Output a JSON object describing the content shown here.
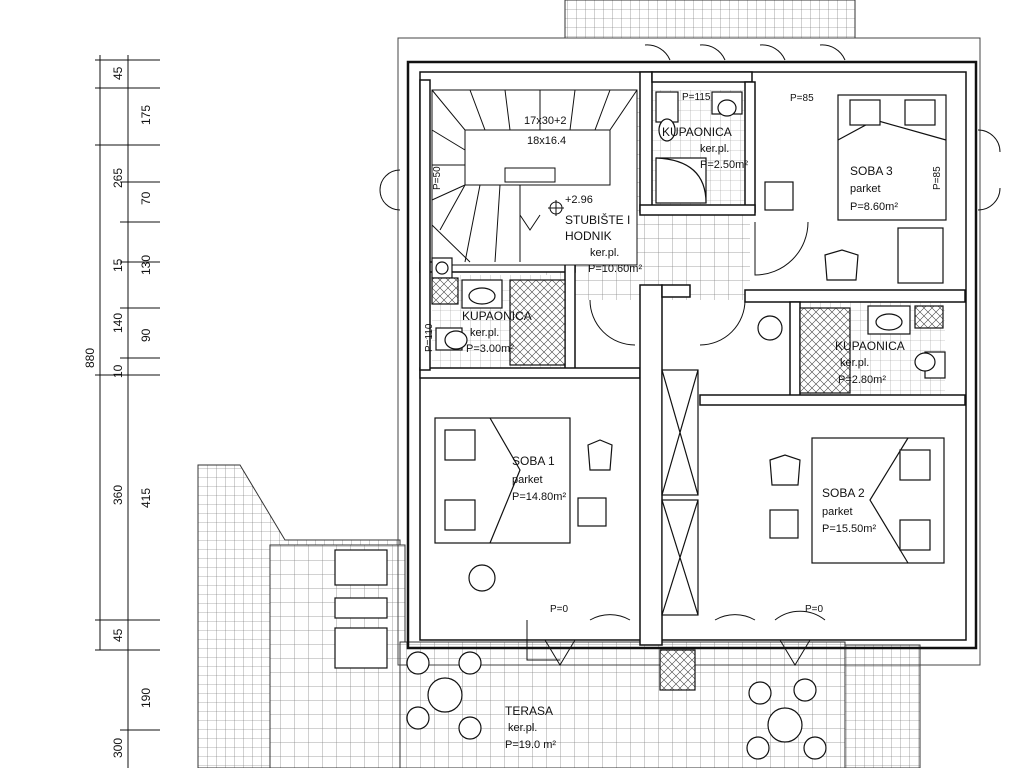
{
  "rooms": {
    "bath_top": {
      "name": "KUPAONICA",
      "floor": "ker.pl.",
      "area": "P=2.50m²",
      "p_note": "P=115"
    },
    "stairs": {
      "name1": "STUBIŠTE I",
      "name2": "HODNIK",
      "floor": "ker.pl.",
      "area": "P=10.60m²",
      "level": "+2.96",
      "steps1": "17x30+2",
      "steps2": "18x16.4",
      "p_note": "P=50"
    },
    "room3": {
      "name": "SOBA 3",
      "floor": "parket",
      "area": "P=8.60m²",
      "p_note_top": "P=85",
      "p_note_side": "P=85"
    },
    "bath_left": {
      "name": "KUPAONICA",
      "floor": "ker.pl.",
      "area": "P=3.00m²",
      "p_note": "P=110"
    },
    "bath_right": {
      "name": "KUPAONICA",
      "floor": "ker.pl.",
      "area": "P=2.80m²"
    },
    "room1": {
      "name": "SOBA 1",
      "floor": "parket",
      "area": "P=14.80m²",
      "p_note": "P=0"
    },
    "room2": {
      "name": "SOBA 2",
      "floor": "parket",
      "area": "P=15.50m²",
      "p_note": "P=0"
    },
    "terrace": {
      "name": "TERASA",
      "floor": "ker.pl.",
      "area": "P=19.0 m²"
    }
  },
  "dimensions": {
    "segments": [
      "45",
      "175",
      "265",
      "70",
      "15",
      "130",
      "140",
      "90",
      "10",
      "360",
      "45",
      "190",
      "300"
    ],
    "totals": [
      "880",
      "415"
    ]
  }
}
